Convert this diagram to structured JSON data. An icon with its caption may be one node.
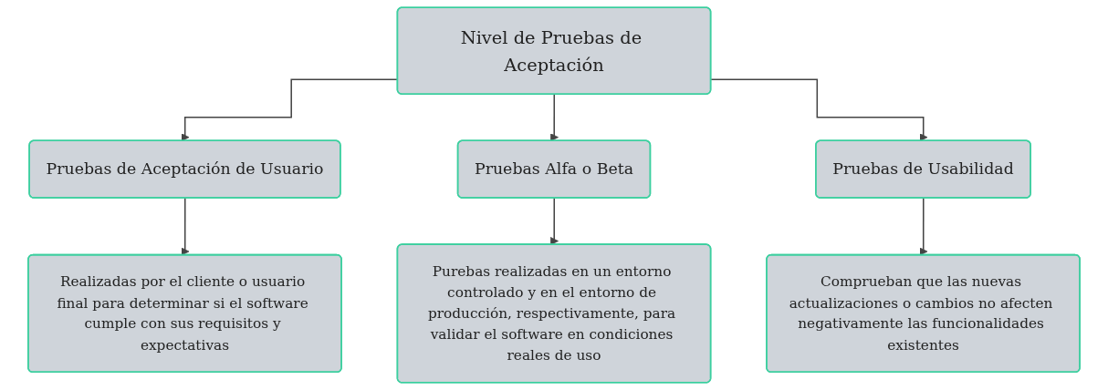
{
  "diagram": {
    "nodes": [
      {
        "text": [
          "Nivel de Pruebas de Aceptación"
        ]
      },
      {
        "text": [
          "Pruebas de Aceptación de Usuario"
        ]
      },
      {
        "text": [
          "Pruebas Alfa o Beta"
        ]
      },
      {
        "text": [
          "Pruebas de Usabilidad"
        ]
      },
      {
        "text": [
          "Realizadas por el cliente o usuario final para determinar si el software cumple con sus requisitos y expectativas"
        ]
      },
      {
        "text": [
          "Purebas realizadas en un entorno controlado y en el entorno de producción, respectivamente, para validar el software en condiciones reales de uso"
        ]
      },
      {
        "text": [
          "Comprueban que las nuevas actualizaciones o cambios no afecten negativamente las funcionalidades existentes"
        ]
      }
    ],
    "edges": [
      {
        "from": 0,
        "to": 1,
        "arrow": "to"
      },
      {
        "from": 0,
        "to": 2,
        "arrow": "to"
      },
      {
        "from": 0,
        "to": 3,
        "arrow": "to"
      },
      {
        "from": 1,
        "to": 4,
        "arrow": "to"
      },
      {
        "from": 2,
        "to": 5,
        "arrow": "to"
      },
      {
        "from": 3,
        "to": 6,
        "arrow": "to"
      }
    ]
  }
}
